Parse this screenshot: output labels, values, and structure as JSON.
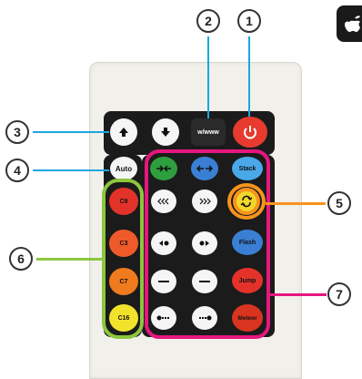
{
  "callouts": [
    "1",
    "2",
    "3",
    "4",
    "5",
    "6",
    "7"
  ],
  "buttons": {
    "wwww": "w/www",
    "auto": "Auto",
    "stack": "Stack",
    "flash": "Flash",
    "jump": "Jump",
    "meteor": "Meteor",
    "c8": "C8",
    "c3": "C3",
    "c7": "C7",
    "c16": "C16"
  },
  "colors": {
    "callout_line_blue": "#1aa7e0",
    "highlight_green": "#8dc63f",
    "highlight_orange": "#f7941d",
    "highlight_magenta": "#e5177e",
    "power_red": "#e63b2e",
    "green_btn": "#2e9e3e",
    "blue_btn": "#3a7fd3",
    "light_blue_btn": "#4aa8e8",
    "jump_red": "#e4322b",
    "meteor_red": "#d8341f",
    "c8_red": "#e2332a",
    "c3_orange": "#ee5a2a",
    "c7_orange": "#f07b1e",
    "c16_yellow": "#f3e22b"
  },
  "icons": [
    "arrow-up-icon",
    "arrow-down-icon",
    "power-icon",
    "refresh-icon",
    "apple-logo-icon"
  ]
}
